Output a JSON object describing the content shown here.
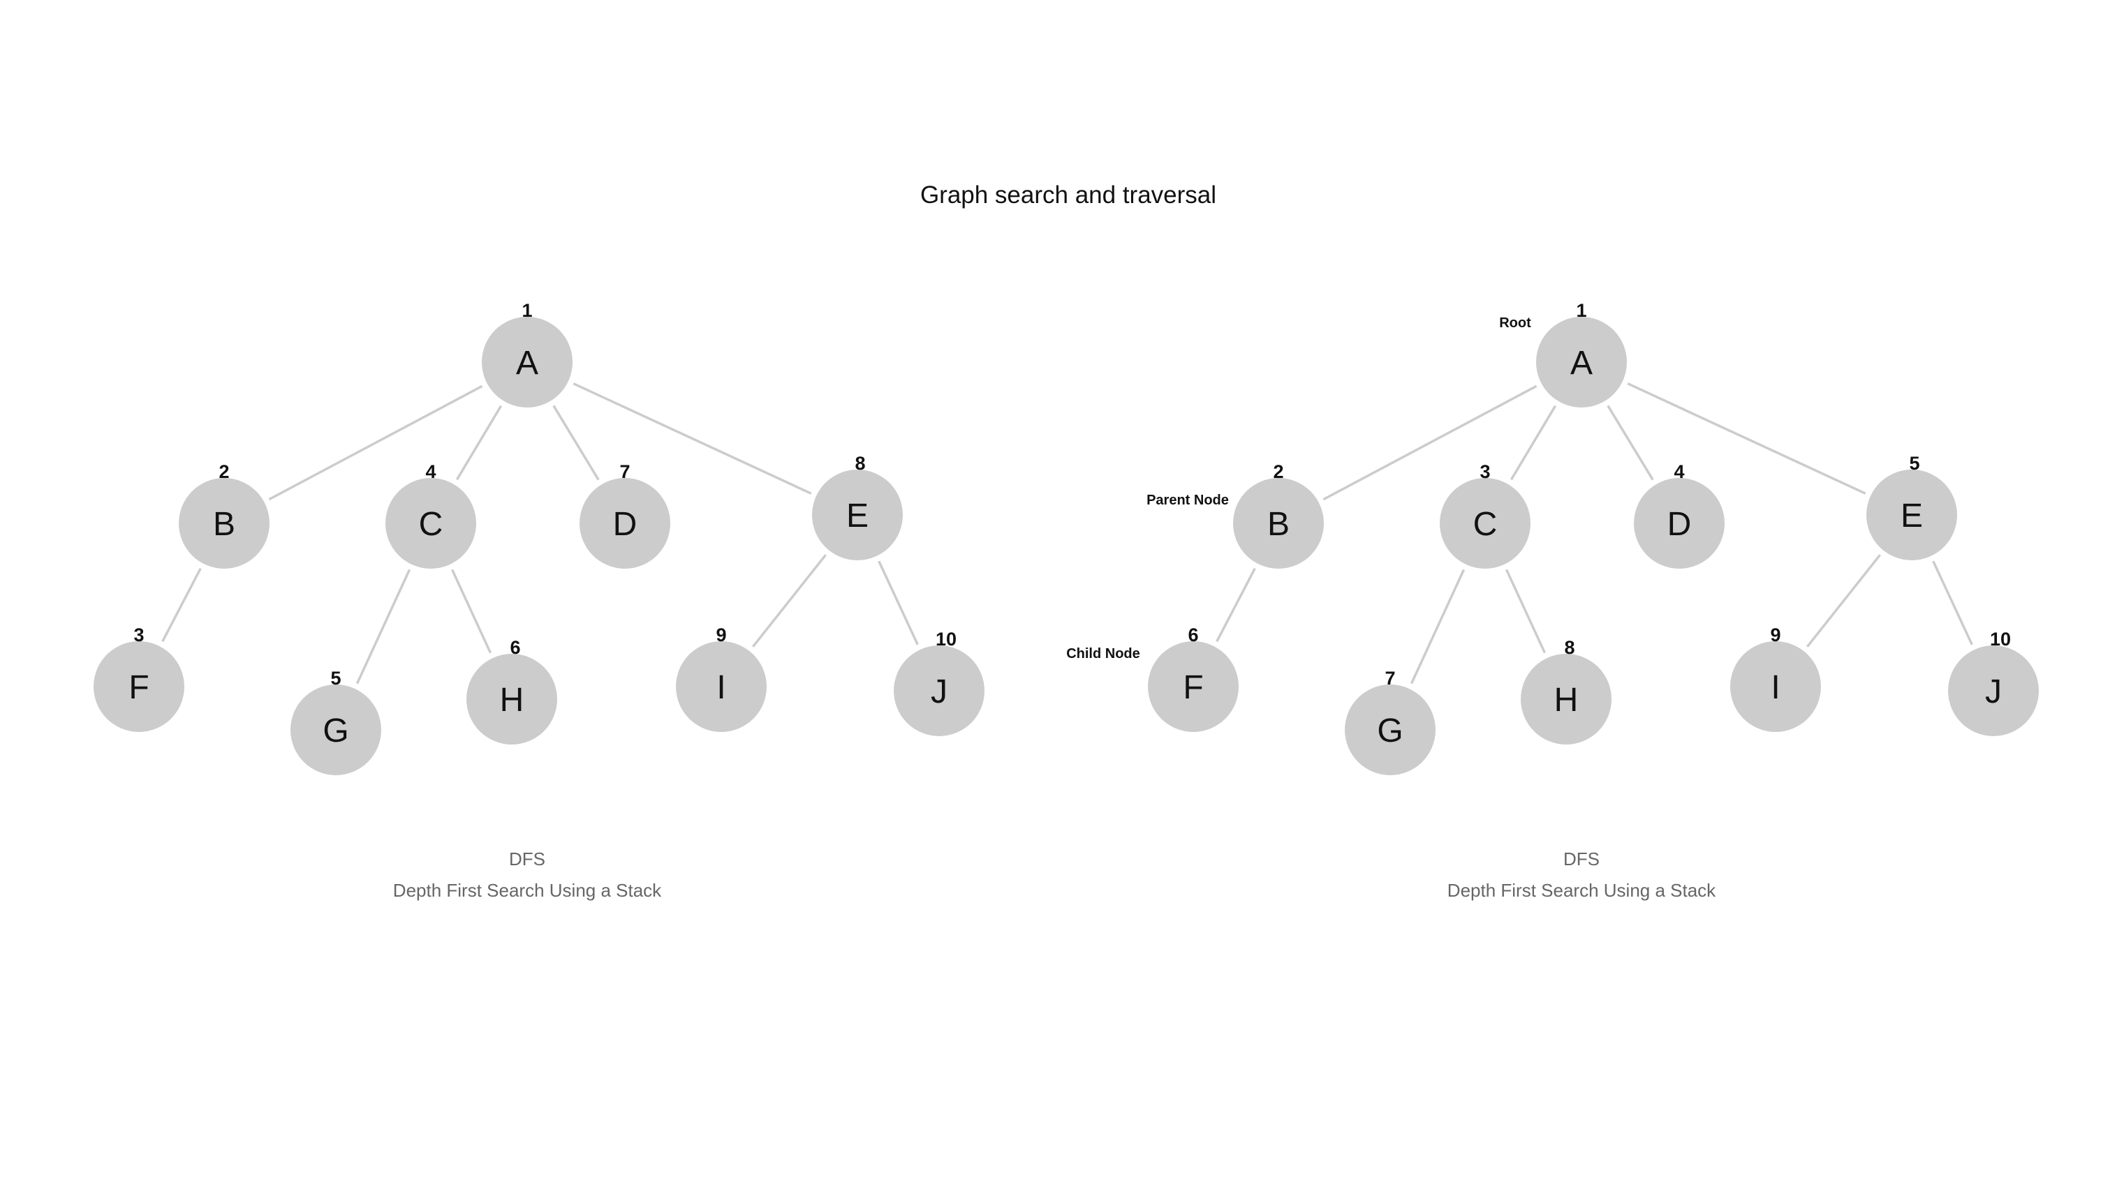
{
  "title": "Graph search and traversal",
  "colors": {
    "node_fill": "#cccccc",
    "edge": "#cccccc",
    "text": "#111111",
    "caption": "#666666",
    "background": "#ffffff"
  },
  "edges": [
    [
      "A",
      "B"
    ],
    [
      "A",
      "C"
    ],
    [
      "A",
      "D"
    ],
    [
      "A",
      "E"
    ],
    [
      "B",
      "F"
    ],
    [
      "C",
      "G"
    ],
    [
      "C",
      "H"
    ],
    [
      "E",
      "I"
    ],
    [
      "E",
      "J"
    ]
  ],
  "diagrams": [
    {
      "caption_line1": "DFS",
      "caption_line2": "Depth First Search Using a Stack",
      "nodes": [
        {
          "id": "A",
          "order": "1"
        },
        {
          "id": "B",
          "order": "2"
        },
        {
          "id": "C",
          "order": "4"
        },
        {
          "id": "D",
          "order": "7"
        },
        {
          "id": "E",
          "order": "8"
        },
        {
          "id": "F",
          "order": "3"
        },
        {
          "id": "G",
          "order": "5"
        },
        {
          "id": "H",
          "order": "6"
        },
        {
          "id": "I",
          "order": "9"
        },
        {
          "id": "J",
          "order": "10"
        }
      ],
      "annotations": []
    },
    {
      "caption_line1": "DFS",
      "caption_line2": "Depth First Search Using a Stack",
      "nodes": [
        {
          "id": "A",
          "order": "1"
        },
        {
          "id": "B",
          "order": "2"
        },
        {
          "id": "C",
          "order": "3"
        },
        {
          "id": "D",
          "order": "4"
        },
        {
          "id": "E",
          "order": "5"
        },
        {
          "id": "F",
          "order": "6"
        },
        {
          "id": "G",
          "order": "7"
        },
        {
          "id": "H",
          "order": "8"
        },
        {
          "id": "I",
          "order": "9"
        },
        {
          "id": "J",
          "order": "10"
        }
      ],
      "annotations": [
        {
          "node": "A",
          "text": "Root"
        },
        {
          "node": "B",
          "text": "Parent Node"
        },
        {
          "node": "F",
          "text": "Child Node"
        }
      ]
    }
  ]
}
